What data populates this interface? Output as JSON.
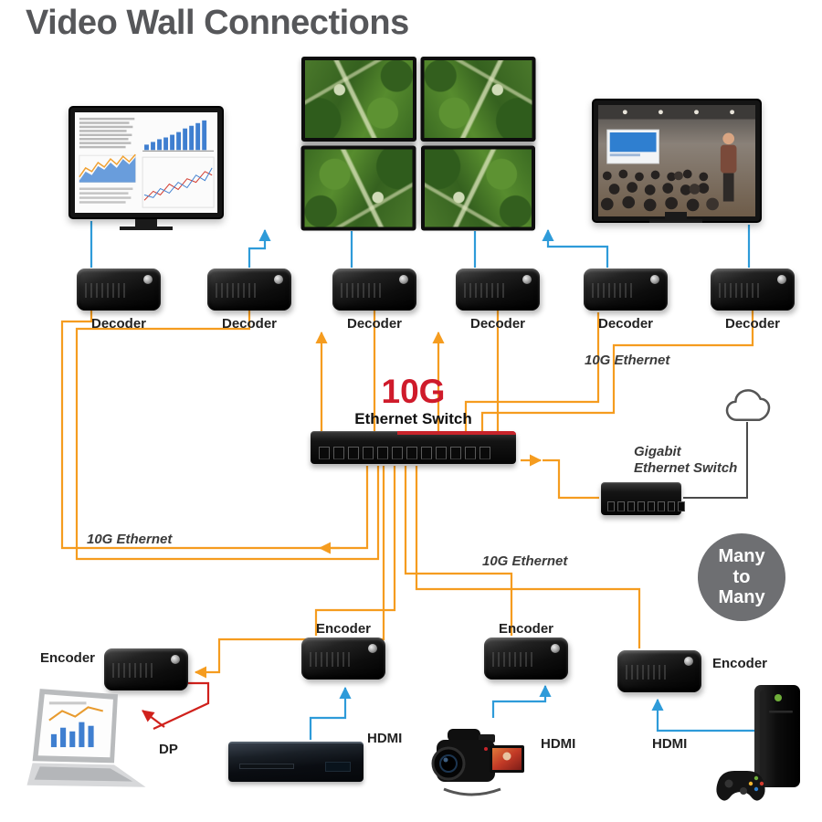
{
  "title": "Video Wall Connections",
  "decoders": [
    "Decoder",
    "Decoder",
    "Decoder",
    "Decoder",
    "Decoder",
    "Decoder"
  ],
  "encoders": [
    "Encoder",
    "Encoder",
    "Encoder",
    "Encoder"
  ],
  "switch10g": {
    "name": "10G",
    "subtitle": "Ethernet Switch"
  },
  "gigabit_switch": {
    "line1": "Gigabit",
    "line2": "Ethernet Switch"
  },
  "network_labels": {
    "right": "10G Ethernet",
    "left": "10G Ethernet",
    "bottom": "10G Ethernet"
  },
  "badge": {
    "line1": "Many",
    "line2": "to",
    "line3": "Many"
  },
  "connections": {
    "dp": "DP",
    "hdmi_bluray": "HDMI",
    "hdmi_camcorder": "HDMI",
    "hdmi_console": "HDMI"
  },
  "colors": {
    "ethernet_10g_line": "#F59C1F",
    "video_line": "#2E9BD9",
    "displayport_line": "#D0211C",
    "switch_label_red": "#CF1B2B",
    "title_gray": "#56575A",
    "badge_gray": "#6E6F72"
  }
}
